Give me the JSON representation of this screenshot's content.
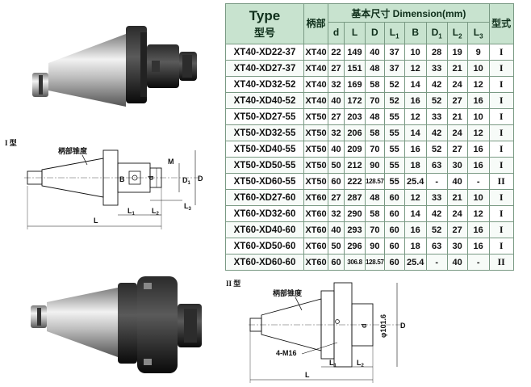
{
  "table": {
    "header": {
      "type_en": "Type",
      "type_cn": "型号",
      "shank": "柄部",
      "dimension": "基本尺寸 Dimension(mm)",
      "form": "型式",
      "cols": [
        {
          "main": "d",
          "sub": ""
        },
        {
          "main": "L",
          "sub": ""
        },
        {
          "main": "D",
          "sub": ""
        },
        {
          "main": "L",
          "sub": "1"
        },
        {
          "main": "B",
          "sub": ""
        },
        {
          "main": "D",
          "sub": "1"
        },
        {
          "main": "L",
          "sub": "2"
        },
        {
          "main": "L",
          "sub": "3"
        }
      ]
    },
    "rows": [
      [
        "XT40-XD22-37",
        "XT40",
        "22",
        "149",
        "40",
        "37",
        "10",
        "28",
        "19",
        "9",
        "I"
      ],
      [
        "XT40-XD27-37",
        "XT40",
        "27",
        "151",
        "48",
        "37",
        "12",
        "33",
        "21",
        "10",
        "I"
      ],
      [
        "XT40-XD32-52",
        "XT40",
        "32",
        "169",
        "58",
        "52",
        "14",
        "42",
        "24",
        "12",
        "I"
      ],
      [
        "XT40-XD40-52",
        "XT40",
        "40",
        "172",
        "70",
        "52",
        "16",
        "52",
        "27",
        "16",
        "I"
      ],
      [
        "XT50-XD27-55",
        "XT50",
        "27",
        "203",
        "48",
        "55",
        "12",
        "33",
        "21",
        "10",
        "I"
      ],
      [
        "XT50-XD32-55",
        "XT50",
        "32",
        "206",
        "58",
        "55",
        "14",
        "42",
        "24",
        "12",
        "I"
      ],
      [
        "XT50-XD40-55",
        "XT50",
        "40",
        "209",
        "70",
        "55",
        "16",
        "52",
        "27",
        "16",
        "I"
      ],
      [
        "XT50-XD50-55",
        "XT50",
        "50",
        "212",
        "90",
        "55",
        "18",
        "63",
        "30",
        "16",
        "I"
      ],
      [
        "XT50-XD60-55",
        "XT50",
        "60",
        "222",
        "128.57",
        "55",
        "25.4",
        "-",
        "40",
        "-",
        "II"
      ],
      [
        "XT60-XD27-60",
        "XT60",
        "27",
        "287",
        "48",
        "60",
        "12",
        "33",
        "21",
        "10",
        "I"
      ],
      [
        "XT60-XD32-60",
        "XT60",
        "32",
        "290",
        "58",
        "60",
        "14",
        "42",
        "24",
        "12",
        "I"
      ],
      [
        "XT60-XD40-60",
        "XT60",
        "40",
        "293",
        "70",
        "60",
        "16",
        "52",
        "27",
        "16",
        "I"
      ],
      [
        "XT60-XD50-60",
        "XT60",
        "50",
        "296",
        "90",
        "60",
        "18",
        "63",
        "30",
        "16",
        "I"
      ],
      [
        "XT60-XD60-60",
        "XT60",
        "60",
        "306.8",
        "128.57",
        "60",
        "25.4",
        "-",
        "40",
        "-",
        "II"
      ]
    ]
  },
  "drawing1": {
    "type_label": "I 型",
    "taper_label": "柄部锥度",
    "labels": {
      "B": "B",
      "d": "d",
      "M": "M",
      "D1": "D",
      "D1_sub": "1",
      "D": "D",
      "L": "L",
      "L1": "L",
      "L1_sub": "1",
      "L2": "L",
      "L2_sub": "2",
      "L3": "L",
      "L3_sub": "3"
    }
  },
  "drawing2": {
    "type_label": "II 型",
    "taper_label": "柄部锥度",
    "bolt_label": "4-M16",
    "pcd_label": "φ101.6",
    "labels": {
      "d": "d",
      "D": "D",
      "L": "L",
      "L1": "L",
      "L1_sub": "1",
      "L2": "L",
      "L2_sub": "2"
    }
  },
  "colors": {
    "header_bg": "#c8e3cf",
    "header_text": "#0f2f1b",
    "grid": "#7a9a84",
    "steel_light": "#e6e6e6",
    "steel_dark": "#5a5a5a",
    "black_part": "#111111"
  }
}
